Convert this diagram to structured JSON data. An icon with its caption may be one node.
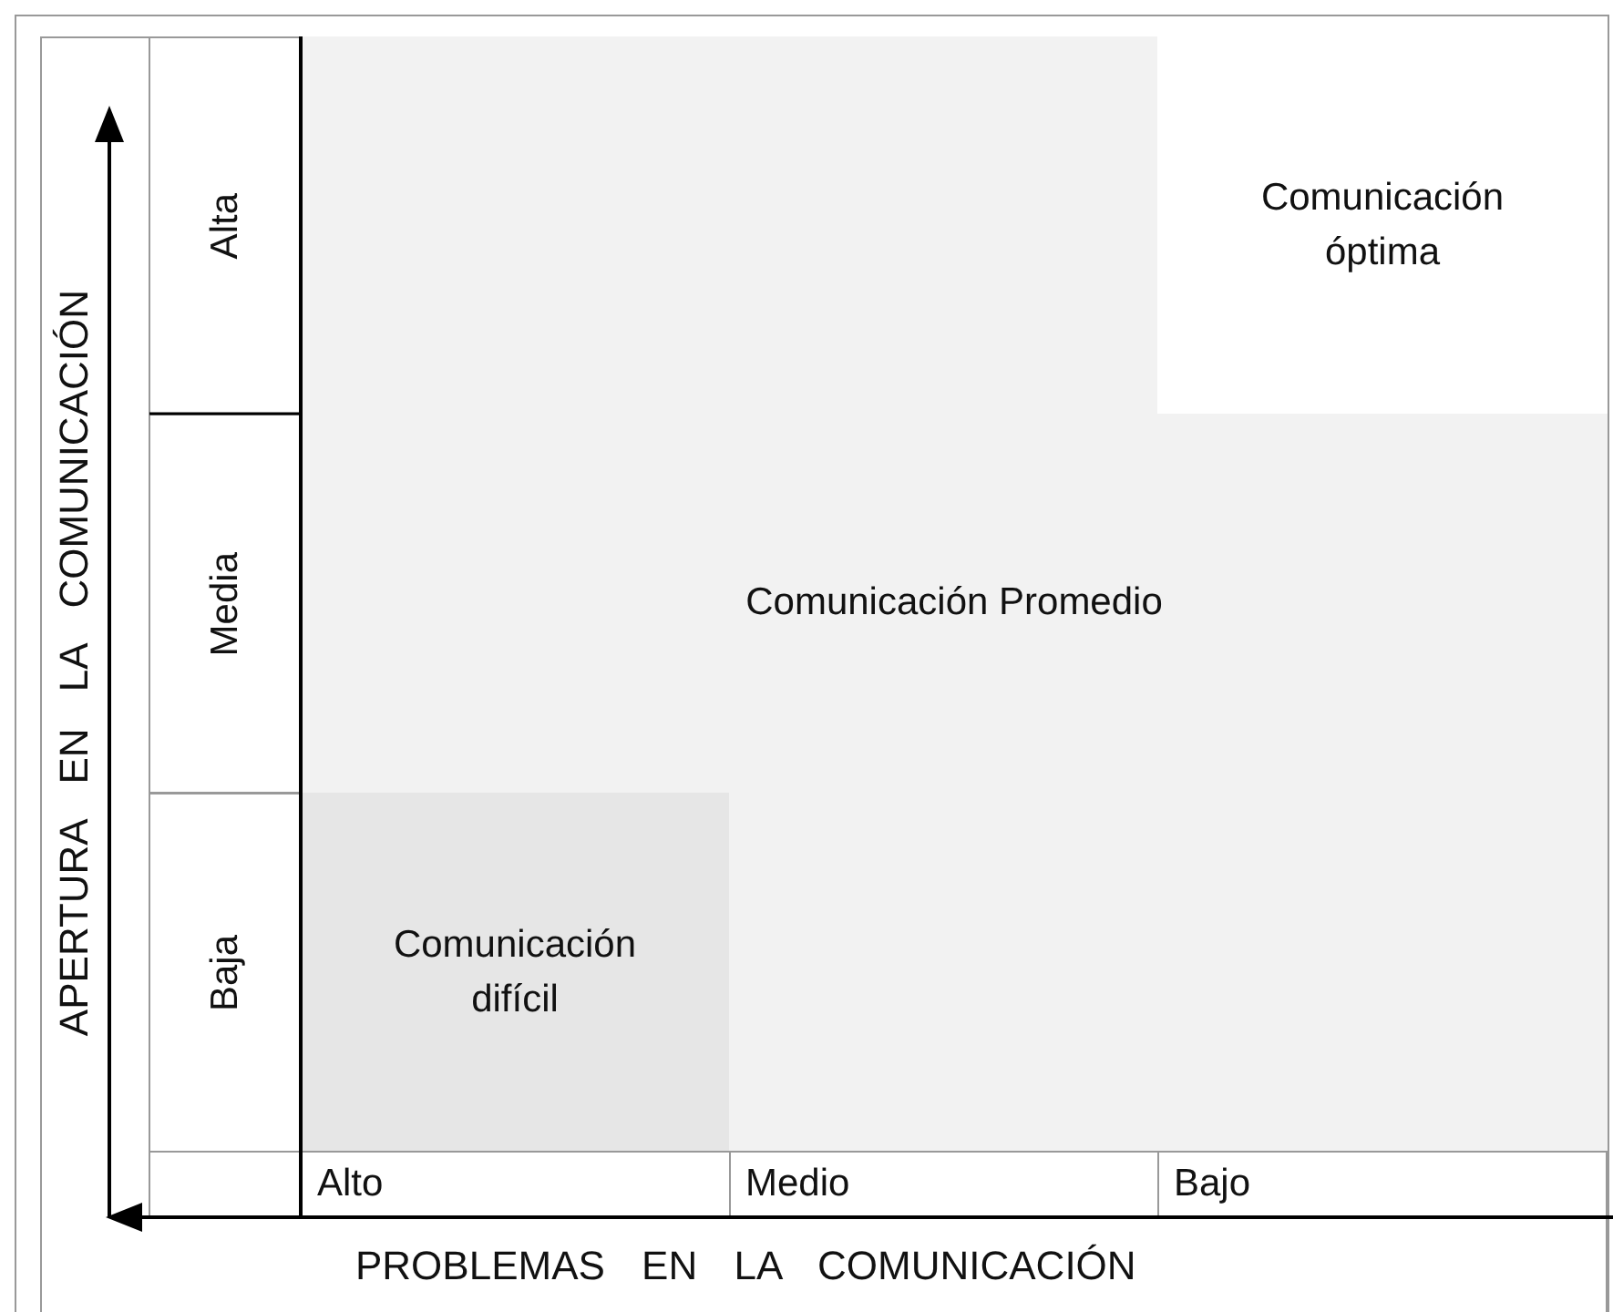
{
  "diagram": {
    "nodes": [
      {
        "text": [
          "Comunicación óptima"
        ]
      },
      {
        "text": [
          "Comunicación Promedio"
        ]
      },
      {
        "text": [
          "Comunicación difícil"
        ]
      }
    ],
    "labels": [
      "Alta",
      "Media",
      "Baja",
      "Alto",
      "Medio",
      "Bajo",
      "APERTURA EN LA COMUNICACIÓN",
      "PROBLEMAS EN LA COMUNICACIÓN"
    ]
  }
}
